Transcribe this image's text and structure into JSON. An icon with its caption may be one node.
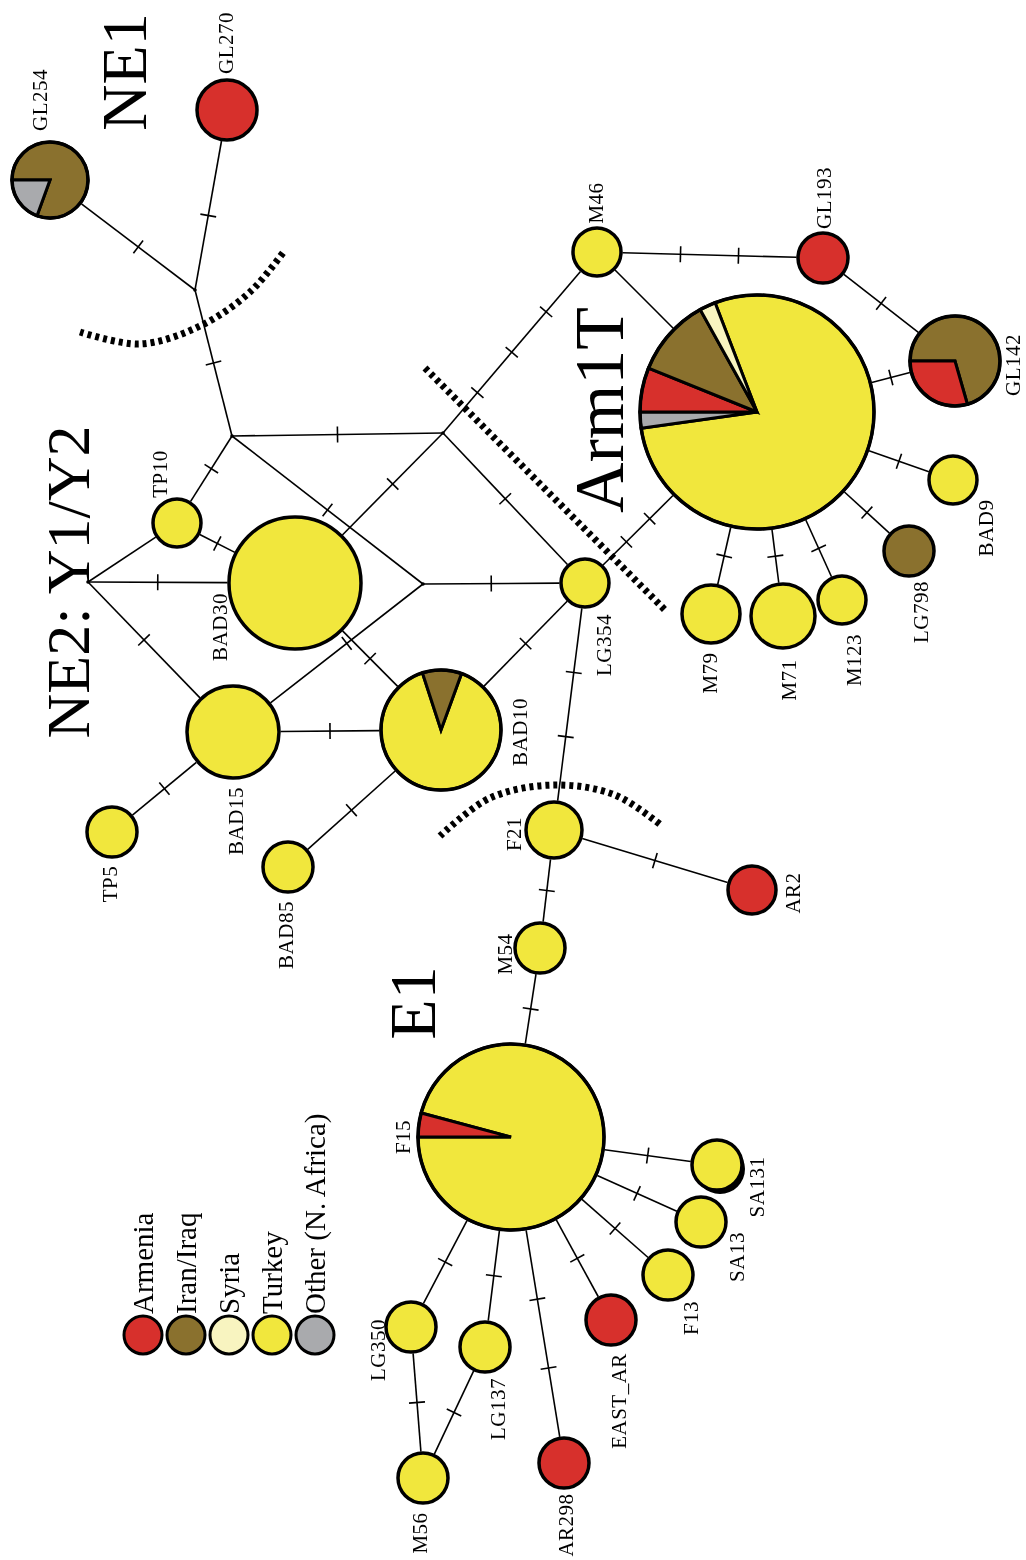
{
  "diagram": {
    "nodes": [
      {
        "text": [],
        "shape": "circle",
        "beside": [
          "GL254"
        ]
      },
      {
        "text": [],
        "shape": "circle",
        "beside": [
          "GL270"
        ]
      },
      {
        "text": [],
        "shape": "circle",
        "beside": [
          "TP10"
        ]
      },
      {
        "text": [],
        "shape": "circle",
        "beside": [
          "BAD30"
        ]
      },
      {
        "text": [],
        "shape": "circle",
        "beside": [
          "BAD15"
        ]
      },
      {
        "text": [],
        "shape": "circle",
        "beside": [
          "BAD10"
        ]
      },
      {
        "text": [],
        "shape": "circle",
        "beside": [
          "TP5"
        ]
      },
      {
        "text": [],
        "shape": "circle",
        "beside": [
          "BAD85"
        ]
      },
      {
        "text": [],
        "shape": "circle",
        "beside": [
          "LG354"
        ]
      },
      {
        "text": [],
        "shape": "circle",
        "beside": [
          "M46"
        ]
      },
      {
        "text": [],
        "shape": "circle"
      },
      {
        "text": [],
        "shape": "circle",
        "beside": [
          "GL193"
        ]
      },
      {
        "text": [],
        "shape": "circle",
        "beside": [
          "GL142"
        ]
      },
      {
        "text": [],
        "shape": "circle",
        "beside": [
          "BAD9"
        ]
      },
      {
        "text": [],
        "shape": "circle",
        "beside": [
          "LG798"
        ]
      },
      {
        "text": [],
        "shape": "circle",
        "beside": [
          "M123"
        ]
      },
      {
        "text": [],
        "shape": "circle",
        "beside": [
          "M71"
        ]
      },
      {
        "text": [],
        "shape": "circle",
        "beside": [
          "M79"
        ]
      },
      {
        "text": [],
        "shape": "circle",
        "beside": [
          "F21"
        ]
      },
      {
        "text": [],
        "shape": "circle",
        "beside": [
          "AR2"
        ]
      },
      {
        "text": [],
        "shape": "circle",
        "beside": [
          "M54"
        ]
      },
      {
        "text": [],
        "shape": "circle",
        "beside": [
          "F15"
        ]
      },
      {
        "text": [],
        "shape": "circle",
        "beside": [
          "SA131"
        ]
      },
      {
        "text": [],
        "shape": "circle",
        "beside": [
          "SA13"
        ]
      },
      {
        "text": [],
        "shape": "circle",
        "beside": [
          "F13"
        ]
      },
      {
        "text": [],
        "shape": "circle",
        "beside": [
          "EAST_AR"
        ]
      },
      {
        "text": [],
        "shape": "circle",
        "beside": [
          "LG350"
        ]
      },
      {
        "text": [],
        "shape": "circle",
        "beside": [
          "LG137"
        ]
      },
      {
        "text": [],
        "shape": "circle",
        "beside": [
          "AR298"
        ]
      },
      {
        "text": [],
        "shape": "circle",
        "beside": [
          "M56"
        ]
      },
      {
        "text": [],
        "shape": "point"
      },
      {
        "text": [],
        "shape": "point"
      },
      {
        "text": [],
        "shape": "point"
      },
      {
        "text": [],
        "shape": "point"
      },
      {
        "text": [],
        "shape": "point"
      }
    ],
    "edges": [
      {
        "from": 0,
        "to": 30,
        "arrow": "none"
      },
      {
        "from": 1,
        "to": 30,
        "arrow": "none"
      },
      {
        "from": 30,
        "to": 31,
        "arrow": "none"
      },
      {
        "from": 31,
        "to": 32,
        "arrow": "none"
      },
      {
        "from": 31,
        "to": 2,
        "arrow": "none"
      },
      {
        "from": 31,
        "to": 34,
        "arrow": "none"
      },
      {
        "from": 32,
        "to": 8,
        "arrow": "none"
      },
      {
        "from": 32,
        "to": 9,
        "arrow": "none"
      },
      {
        "from": 32,
        "to": 3,
        "arrow": "none"
      },
      {
        "from": 33,
        "to": 2,
        "arrow": "none"
      },
      {
        "from": 33,
        "to": 3,
        "arrow": "none"
      },
      {
        "from": 33,
        "to": 4,
        "arrow": "none"
      },
      {
        "from": 2,
        "to": 3,
        "arrow": "none"
      },
      {
        "from": 3,
        "to": 5,
        "arrow": "none"
      },
      {
        "from": 34,
        "to": 4,
        "arrow": "none"
      },
      {
        "from": 34,
        "to": 8,
        "arrow": "none"
      },
      {
        "from": 4,
        "to": 5,
        "arrow": "none"
      },
      {
        "from": 4,
        "to": 6,
        "arrow": "none"
      },
      {
        "from": 5,
        "to": 7,
        "arrow": "none"
      },
      {
        "from": 5,
        "to": 8,
        "arrow": "none"
      },
      {
        "from": 8,
        "to": 18,
        "arrow": "none"
      },
      {
        "from": 8,
        "to": 10,
        "arrow": "none"
      },
      {
        "from": 9,
        "to": 11,
        "arrow": "none"
      },
      {
        "from": 9,
        "to": 10,
        "arrow": "none"
      },
      {
        "from": 11,
        "to": 12,
        "arrow": "none"
      },
      {
        "from": 10,
        "to": 12,
        "arrow": "none"
      },
      {
        "from": 10,
        "to": 13,
        "arrow": "none"
      },
      {
        "from": 10,
        "to": 14,
        "arrow": "none"
      },
      {
        "from": 10,
        "to": 15,
        "arrow": "none"
      },
      {
        "from": 10,
        "to": 16,
        "arrow": "none"
      },
      {
        "from": 10,
        "to": 17,
        "arrow": "none"
      },
      {
        "from": 18,
        "to": 19,
        "arrow": "none"
      },
      {
        "from": 18,
        "to": 20,
        "arrow": "none"
      },
      {
        "from": 20,
        "to": 21,
        "arrow": "none"
      },
      {
        "from": 21,
        "to": 22,
        "arrow": "none"
      },
      {
        "from": 21,
        "to": 23,
        "arrow": "none"
      },
      {
        "from": 21,
        "to": 24,
        "arrow": "none"
      },
      {
        "from": 21,
        "to": 25,
        "arrow": "none"
      },
      {
        "from": 21,
        "to": 28,
        "arrow": "none"
      },
      {
        "from": 21,
        "to": 27,
        "arrow": "none"
      },
      {
        "from": 21,
        "to": 26,
        "arrow": "none"
      },
      {
        "from": 26,
        "to": 29,
        "arrow": "none"
      },
      {
        "from": 27,
        "to": 29,
        "arrow": "none"
      }
    ],
    "labels": [
      "NE1",
      "NE2: Y1/Y2",
      "Arm1T",
      "E1"
    ],
    "legend": [
      {
        "text": "Armenia",
        "color": "#d7302c"
      },
      {
        "text": "Iran/Iraq",
        "color": "#8a712e"
      },
      {
        "text": "Syria",
        "color": "#f8f4c0"
      },
      {
        "text": "Turkey",
        "color": "#f1e73d"
      },
      {
        "text": "Other (N. Africa)",
        "color": "#a9aaad"
      }
    ]
  }
}
